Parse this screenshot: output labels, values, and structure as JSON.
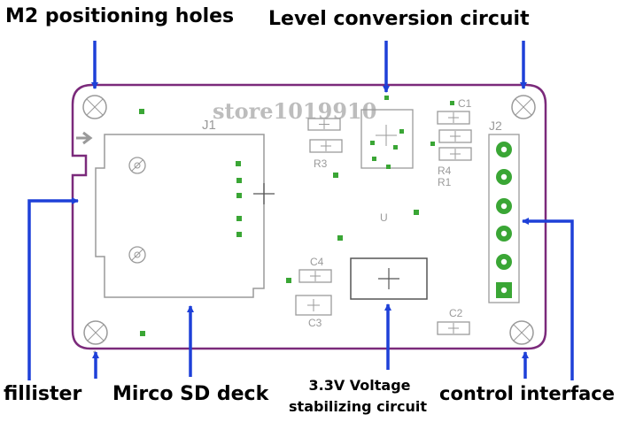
{
  "labels": {
    "m2_holes": "M2 positioning holes",
    "level_conversion": "Level conversion circuit",
    "fillister": "fillister",
    "micro_sd": "Mirco SD deck",
    "voltage_line1": "3.3V Voltage",
    "voltage_line2": "stabilizing circuit",
    "control_interface": "control interface"
  },
  "watermark": "store1019910",
  "silkscreen": {
    "j1": "J1",
    "j2": "J2",
    "r3": "R3",
    "r4": "R4",
    "r1": "R1",
    "c1": "C1",
    "c4": "C4",
    "c3": "C3",
    "c2": "C2",
    "u": "U",
    "pin1": "1"
  },
  "colors": {
    "board_outline": "#7b2a7b",
    "arrow": "#1e40d8",
    "pad": "#3aa635",
    "silkscreen": "#9a9a9a",
    "text": "#000000"
  }
}
